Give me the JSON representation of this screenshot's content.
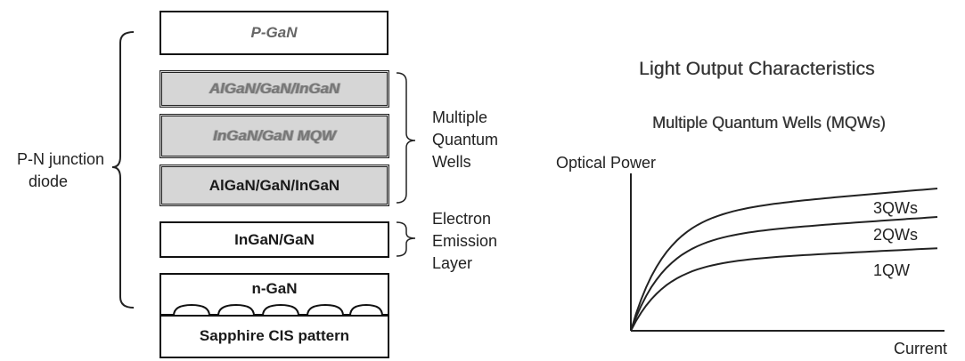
{
  "stack": {
    "layers": [
      {
        "label": "P-GaN",
        "shade": "white"
      },
      {
        "label": "AlGaN/GaN/InGaN",
        "shade": "grey"
      },
      {
        "label": "InGaN/GaN MQW",
        "shade": "grey"
      },
      {
        "label": "AlGaN/GaN/InGaN",
        "shade": "grey"
      },
      {
        "label": "InGaN/GaN",
        "shade": "white"
      },
      {
        "label": "n-GaN",
        "shade": "white"
      },
      {
        "label": "Sapphire CIS pattern",
        "shade": "white"
      }
    ],
    "colors": {
      "grey_fill": "#d6d6d6",
      "border": "#111111"
    }
  },
  "labels": {
    "junction": [
      "P-N junction",
      "diode"
    ],
    "mqw": [
      "Multiple",
      "Quantum",
      "Wells"
    ],
    "eel": [
      "Electron",
      "Emission",
      "Layer"
    ]
  },
  "chart_data": {
    "type": "line",
    "title": "Light Output Characteristics",
    "subtitle": "Multiple Quantum Wells (MQWs)",
    "xlabel": "Current",
    "ylabel": "Optical Power",
    "series": [
      {
        "name": "3QWs",
        "saturation": 1.0
      },
      {
        "name": "2QWs",
        "saturation": 0.8
      },
      {
        "name": "1QW",
        "saturation": 0.58
      }
    ],
    "grid": false,
    "legend": "inline labels at right end of curves"
  }
}
